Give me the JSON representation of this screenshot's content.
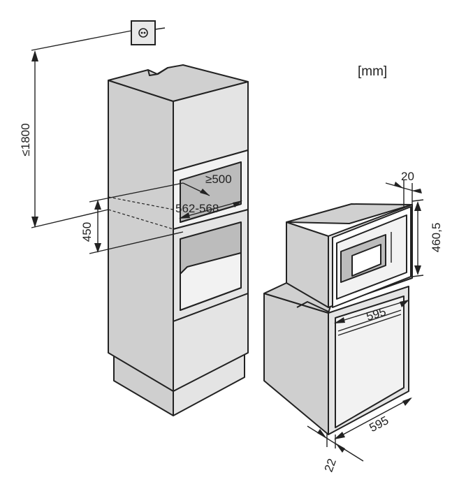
{
  "units_label": "[mm]",
  "dimensions": {
    "niche_height_max": "≤1800",
    "niche_opening_height": "450",
    "niche_depth_min": "≥500",
    "niche_width": "562-568",
    "appliance_depth_front": "20",
    "appliance_height": "460,5",
    "appliance_width_top": "595",
    "appliance_width_bottom": "595",
    "appliance_depth_bottom": "22"
  }
}
